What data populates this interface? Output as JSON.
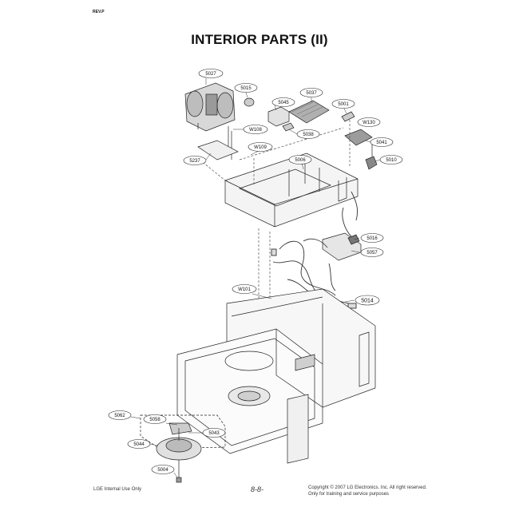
{
  "header": {
    "corner_tag": "REV.P",
    "title": "INTERIOR PARTS (II)"
  },
  "callouts": {
    "c5027": "5027",
    "c5015": "5015",
    "c5045": "5045",
    "c5037": "5037",
    "c5001": "5001",
    "cW130": "W130",
    "cW108": "W108",
    "c5038": "5038",
    "c5041": "5041",
    "cW109": "W109",
    "c5237": "5237",
    "c5006": "5006",
    "c5010": "5010",
    "c5016": "5016",
    "c5057": "5057",
    "cW101": "W101",
    "c5014": "5014",
    "c5062": "5062",
    "c5058": "5058",
    "c5043": "5043",
    "c5044": "5044",
    "c5004": "5004"
  },
  "footer": {
    "left": "LGE Internal Use Only",
    "page": "8-8-",
    "copyright": "Copyright © 2007 LG Electronics. Inc. All right reserved.",
    "notice": "Only for training and service purposes"
  }
}
